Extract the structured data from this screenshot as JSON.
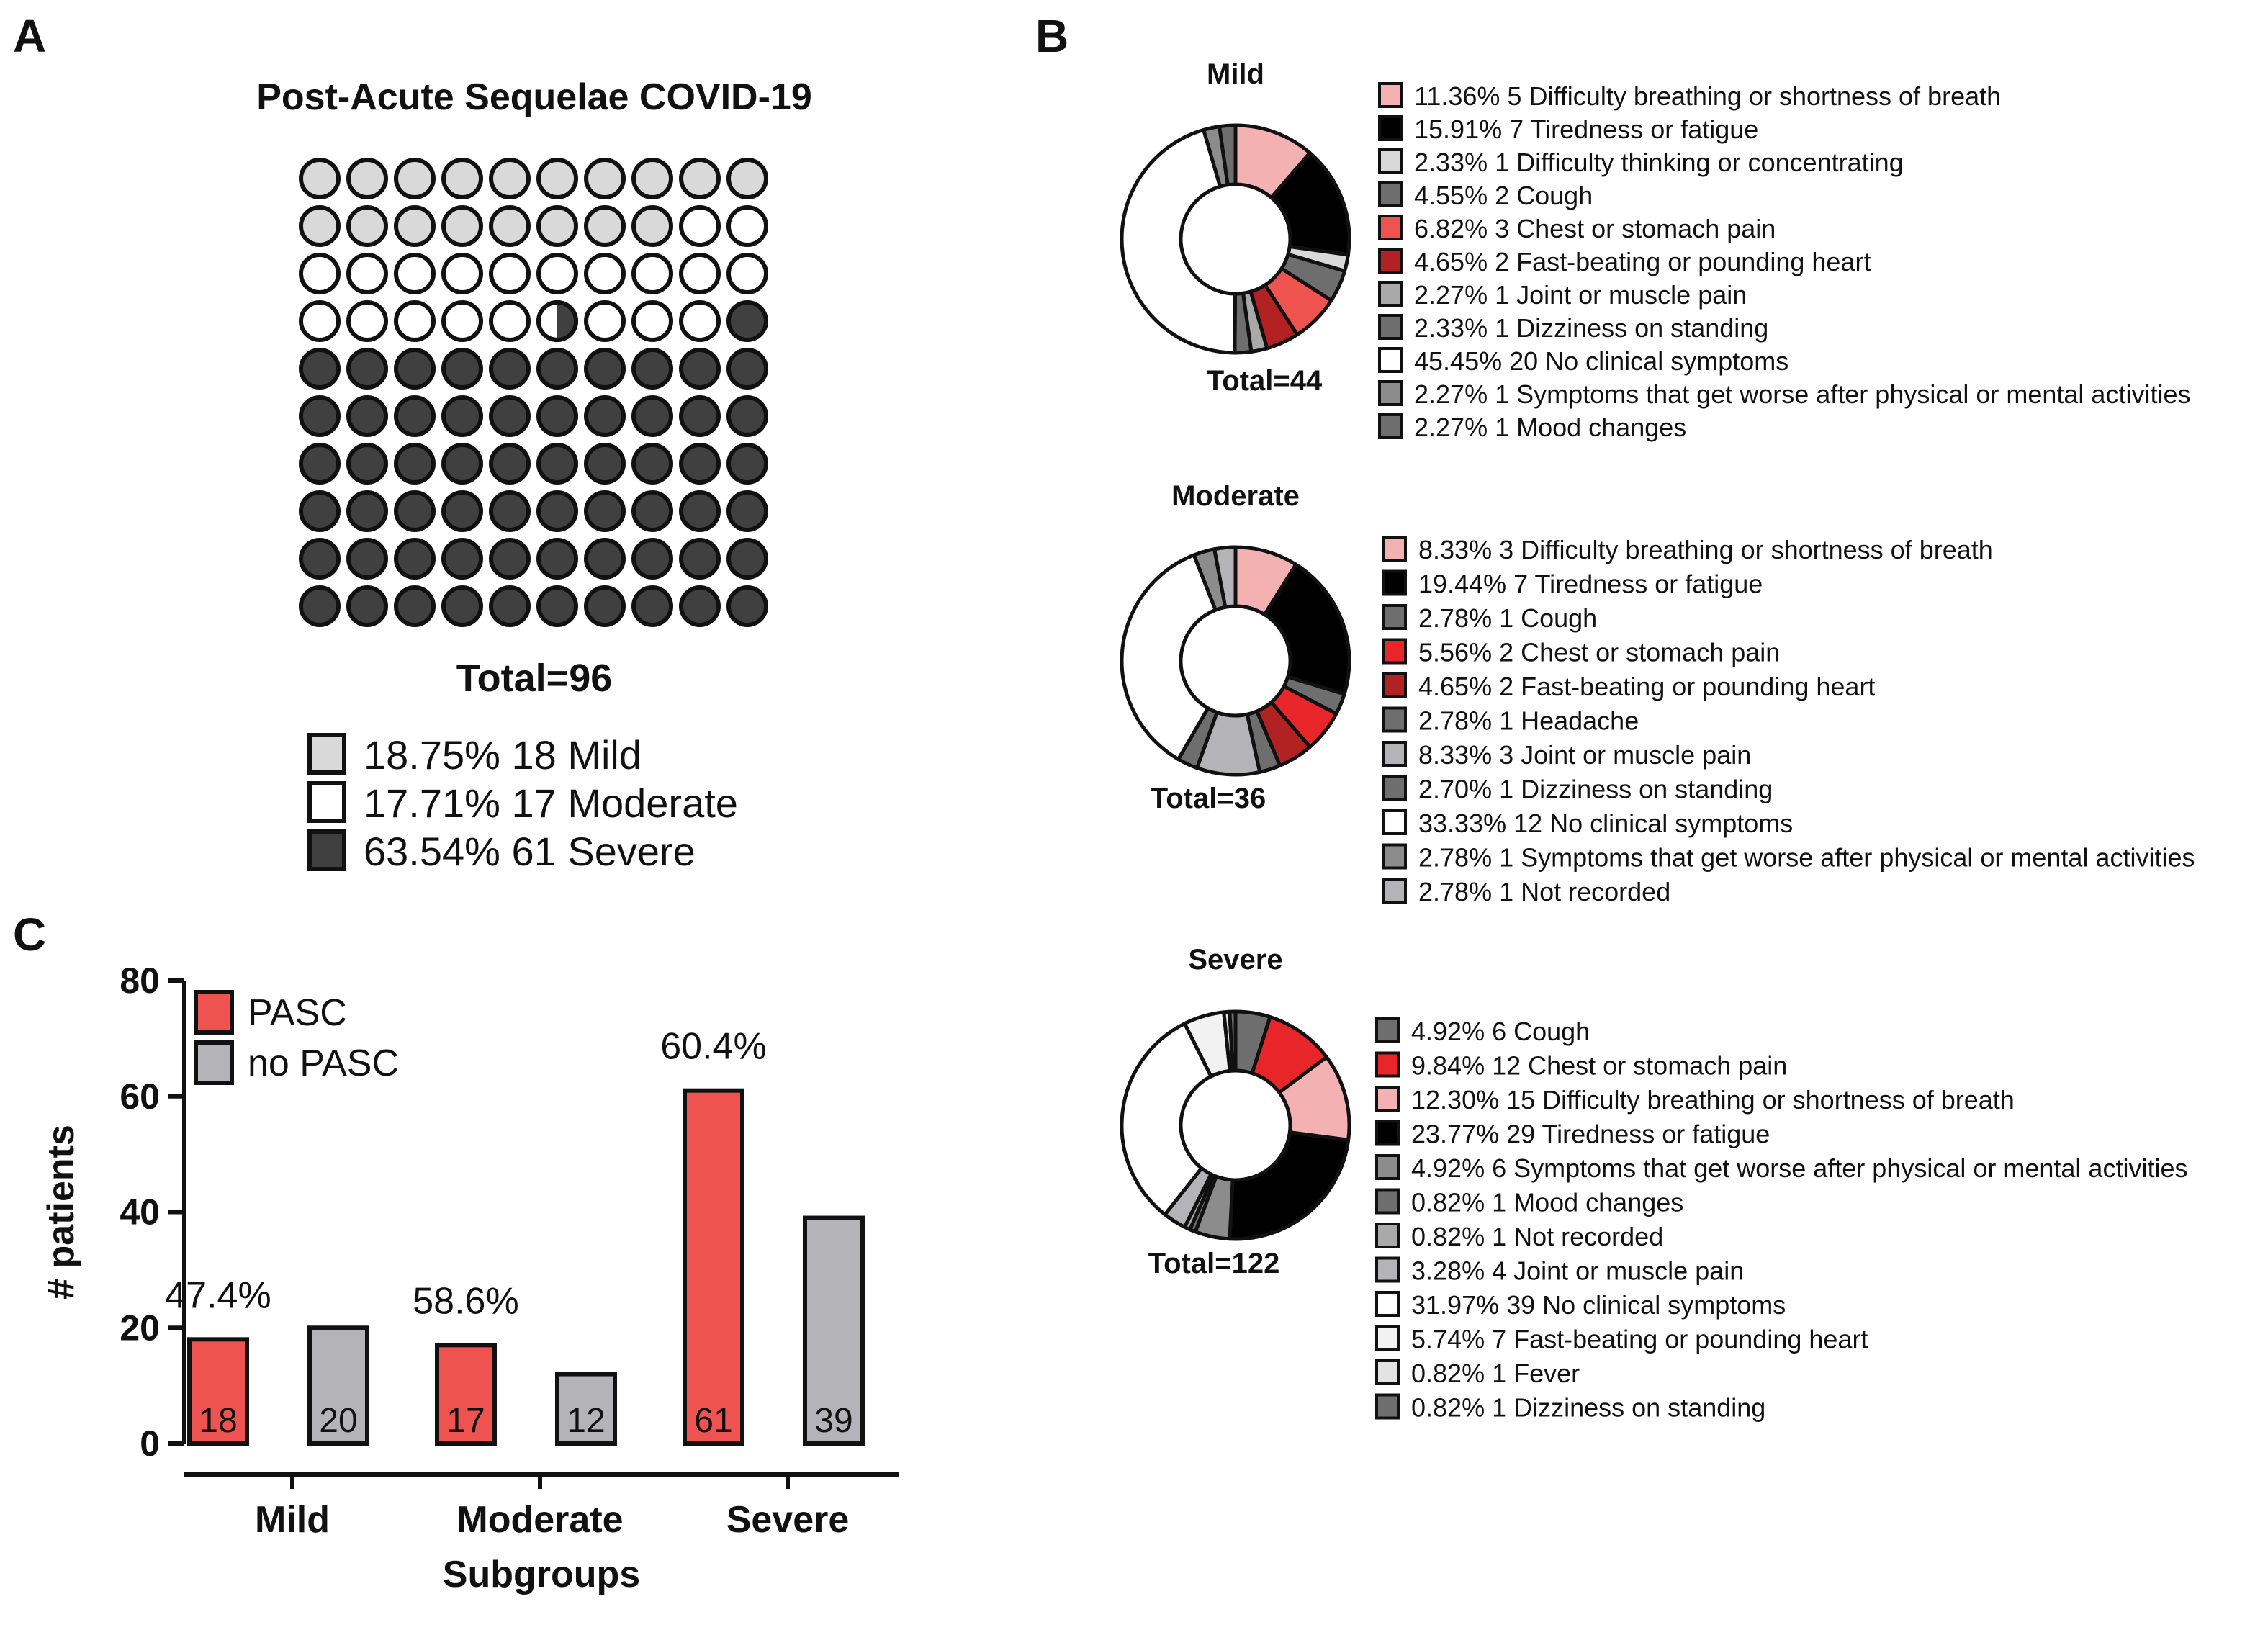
{
  "panels": {
    "a": "A",
    "b": "B",
    "c": "C"
  },
  "colors": {
    "mild_dot": "#d9d9d9",
    "moderate_dot": "#ffffff",
    "severe_dot": "#404040",
    "pasc": "#ef5350",
    "no_pasc": "#b4b4b8",
    "outline": "#111111"
  },
  "chart_data": [
    {
      "type": "waffle",
      "title": "Post-Acute Sequelae COVID-19",
      "total_label": "Total=96",
      "grid": [
        10,
        10
      ],
      "total": 96,
      "series": [
        {
          "name": "Mild",
          "count": 18,
          "percent_label": "18.75%",
          "color": "#d9d9d9"
        },
        {
          "name": "Moderate",
          "count": 17,
          "percent_label": "17.71%",
          "color": "#ffffff"
        },
        {
          "name": "Severe",
          "count": 61,
          "percent_label": "63.54%",
          "color": "#404040"
        }
      ]
    },
    {
      "type": "pie",
      "title": "Mild",
      "total_label": "Total=44",
      "slices": [
        {
          "percent": "11.36%",
          "count": 5,
          "label": "Difficulty breathing or shortness of breath",
          "value": 11.36,
          "color": "#f4b1b1"
        },
        {
          "percent": "15.91%",
          "count": 7,
          "label": "Tiredness or fatigue",
          "value": 15.91,
          "color": "#000000"
        },
        {
          "percent": "2.33%",
          "count": 1,
          "label": "Difficulty thinking or concentrating",
          "value": 2.33,
          "color": "#d9d9d9"
        },
        {
          "percent": "4.55%",
          "count": 2,
          "label": "Cough",
          "value": 4.55,
          "color": "#6e6e6e"
        },
        {
          "percent": "6.82%",
          "count": 3,
          "label": "Chest or stomach pain",
          "value": 6.82,
          "color": "#ef5350"
        },
        {
          "percent": "4.65%",
          "count": 2,
          "label": "Fast-beating or pounding heart",
          "value": 4.65,
          "color": "#b22222"
        },
        {
          "percent": "2.27%",
          "count": 1,
          "label": "Joint or muscle pain",
          "value": 2.27,
          "color": "#a9a9a9"
        },
        {
          "percent": "2.33%",
          "count": 1,
          "label": "Dizziness on standing",
          "value": 2.33,
          "color": "#6e6e6e"
        },
        {
          "percent": "45.45%",
          "count": 20,
          "label": "No clinical symptoms",
          "value": 45.45,
          "color": "#ffffff"
        },
        {
          "percent": "2.27%",
          "count": 1,
          "label": "Symptoms that get worse after physical or mental activities",
          "value": 2.27,
          "color": "#8c8c8c"
        },
        {
          "percent": "2.27%",
          "count": 1,
          "label": "Mood changes",
          "value": 2.27,
          "color": "#6e6e6e"
        }
      ]
    },
    {
      "type": "pie",
      "title": "Moderate",
      "total_label": "Total=36",
      "slices": [
        {
          "percent": "8.33%",
          "count": 3,
          "label": "Difficulty breathing or shortness of breath",
          "value": 8.33,
          "color": "#f4b1b1"
        },
        {
          "percent": "19.44%",
          "count": 7,
          "label": "Tiredness or fatigue",
          "value": 19.44,
          "color": "#000000"
        },
        {
          "percent": "2.78%",
          "count": 1,
          "label": "Cough",
          "value": 2.78,
          "color": "#6e6e6e"
        },
        {
          "percent": "5.56%",
          "count": 2,
          "label": "Chest or stomach pain",
          "value": 5.56,
          "color": "#e8262a"
        },
        {
          "percent": "4.65%",
          "count": 2,
          "label": "Fast-beating or pounding heart",
          "value": 4.65,
          "color": "#b22222"
        },
        {
          "percent": "2.78%",
          "count": 1,
          "label": "Headache",
          "value": 2.78,
          "color": "#6e6e6e"
        },
        {
          "percent": "8.33%",
          "count": 3,
          "label": "Joint or muscle pain",
          "value": 8.33,
          "color": "#b4b4b8"
        },
        {
          "percent": "2.70%",
          "count": 1,
          "label": "Dizziness on standing",
          "value": 2.7,
          "color": "#6e6e6e"
        },
        {
          "percent": "33.33%",
          "count": 12,
          "label": "No clinical symptoms",
          "value": 33.33,
          "color": "#ffffff"
        },
        {
          "percent": "2.78%",
          "count": 1,
          "label": "Symptoms that get worse after physical or mental activities",
          "value": 2.78,
          "color": "#8c8c8c"
        },
        {
          "percent": "2.78%",
          "count": 1,
          "label": "Not recorded",
          "value": 2.78,
          "color": "#b4b4b8"
        }
      ]
    },
    {
      "type": "pie",
      "title": "Severe",
      "total_label": "Total=122",
      "slices": [
        {
          "percent": "4.92%",
          "count": 6,
          "label": "Cough",
          "value": 4.92,
          "color": "#6e6e6e"
        },
        {
          "percent": "9.84%",
          "count": 12,
          "label": "Chest or stomach pain",
          "value": 9.84,
          "color": "#e8262a"
        },
        {
          "percent": "12.30%",
          "count": 15,
          "label": "Difficulty breathing or shortness of breath",
          "value": 12.3,
          "color": "#f4b1b1"
        },
        {
          "percent": "23.77%",
          "count": 29,
          "label": "Tiredness or fatigue",
          "value": 23.77,
          "color": "#000000"
        },
        {
          "percent": "4.92%",
          "count": 6,
          "label": "Symptoms that get worse after physical or mental activities",
          "value": 4.92,
          "color": "#8c8c8c"
        },
        {
          "percent": "0.82%",
          "count": 1,
          "label": "Mood changes",
          "value": 0.82,
          "color": "#6e6e6e"
        },
        {
          "percent": "0.82%",
          "count": 1,
          "label": "Not recorded",
          "value": 0.82,
          "color": "#a9a9a9"
        },
        {
          "percent": "3.28%",
          "count": 4,
          "label": "Joint or muscle pain",
          "value": 3.28,
          "color": "#b4b4b8"
        },
        {
          "percent": "31.97%",
          "count": 39,
          "label": "No clinical symptoms",
          "value": 31.97,
          "color": "#ffffff"
        },
        {
          "percent": "5.74%",
          "count": 7,
          "label": "Fast-beating or pounding heart",
          "value": 5.74,
          "color": "#f2f2f2"
        },
        {
          "percent": "0.82%",
          "count": 1,
          "label": "Fever",
          "value": 0.82,
          "color": "#e3e3e3"
        },
        {
          "percent": "0.82%",
          "count": 1,
          "label": "Dizziness on standing",
          "value": 0.82,
          "color": "#6e6e6e"
        }
      ]
    },
    {
      "type": "bar",
      "categories": [
        "Mild",
        "Moderate",
        "Severe"
      ],
      "series": [
        {
          "name": "PASC",
          "values": [
            18,
            17,
            61
          ],
          "color": "#ef5350"
        },
        {
          "name": "no PASC",
          "values": [
            20,
            12,
            39
          ],
          "color": "#b4b4b8"
        }
      ],
      "annotations": [
        "47.4%",
        "58.6%",
        "60.4%"
      ],
      "xlabel": "Subgroups",
      "ylabel": "# patients",
      "ylim": [
        0,
        80
      ],
      "yticks": [
        0,
        20,
        40,
        60,
        80
      ],
      "legend": "top-left",
      "grid": false
    }
  ]
}
